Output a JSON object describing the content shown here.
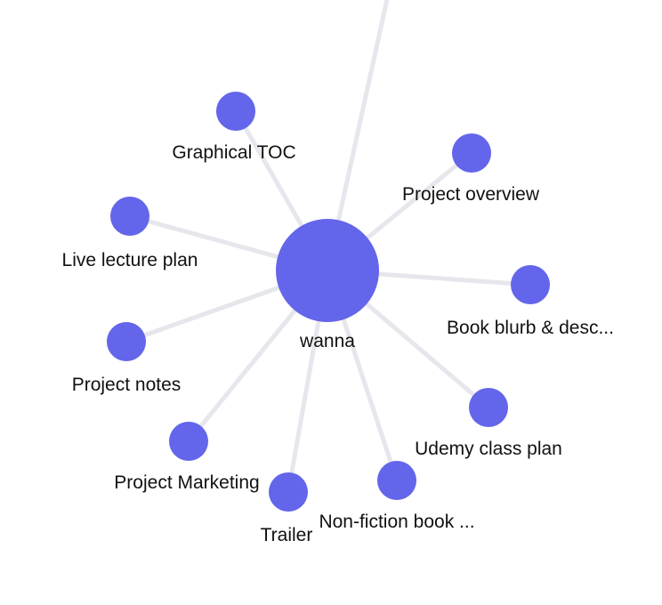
{
  "colors": {
    "node_fill": "#6366ea",
    "edge_stroke": "#e6e6ec",
    "label_text": "#111111",
    "background": "#ffffff"
  },
  "graph": {
    "center": {
      "id": "wanna",
      "label": "wanna"
    },
    "nodes": [
      {
        "id": "graphical-toc",
        "label": "Graphical TOC"
      },
      {
        "id": "project-overview",
        "label": "Project overview"
      },
      {
        "id": "live-lecture-plan",
        "label": "Live lecture plan"
      },
      {
        "id": "book-blurb",
        "label": "Book blurb & desc..."
      },
      {
        "id": "project-notes",
        "label": "Project notes"
      },
      {
        "id": "udemy-class-plan",
        "label": "Udemy class plan"
      },
      {
        "id": "project-marketing",
        "label": "Project Marketing"
      },
      {
        "id": "trailer",
        "label": "Trailer"
      },
      {
        "id": "non-fiction-book",
        "label": "Non-fiction book ..."
      }
    ]
  }
}
